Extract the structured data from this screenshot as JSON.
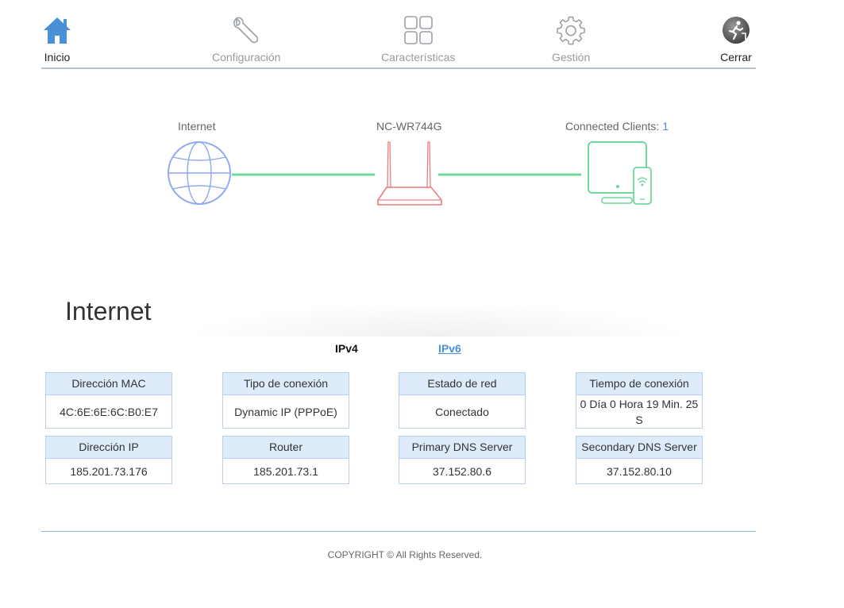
{
  "nav": {
    "items": [
      {
        "label": "Inicio",
        "icon": "home-icon",
        "active": true
      },
      {
        "label": "Configuración",
        "icon": "wrench-icon",
        "active": false
      },
      {
        "label": "Características",
        "icon": "grid-icon",
        "active": false
      },
      {
        "label": "Gestión",
        "icon": "gear-icon",
        "active": false
      },
      {
        "label": "Cerrar",
        "icon": "exit-icon",
        "active": false
      }
    ]
  },
  "topology": {
    "internet_label": "Internet",
    "router_label": "NC-WR744G",
    "clients_label": "Connected Clients:",
    "clients_count": "1",
    "colors": {
      "globe": "#8fa8ef",
      "link": "#6ed89c",
      "router": "#ea7f7f",
      "clients": "#6ed89c"
    }
  },
  "section": {
    "title": "Internet",
    "tabs": [
      {
        "label": "IPv4",
        "active": true
      },
      {
        "label": "IPv6",
        "active": false
      }
    ]
  },
  "info": {
    "mac": {
      "label": "Dirección MAC",
      "value": "4C:6E:6E:6C:B0:E7"
    },
    "conn_type": {
      "label": "Tipo de conexión",
      "value": "Dynamic IP (PPPoE)"
    },
    "net_state": {
      "label": "Estado de red",
      "value": "Conectado"
    },
    "conn_time": {
      "label": "Tiempo de conexión",
      "value": "0 Día 0 Hora 19 Min. 25 S"
    },
    "ip": {
      "label": "Dirección IP",
      "value": "185.201.73.176"
    },
    "router": {
      "label": "Router",
      "value": "185.201.73.1"
    },
    "dns1": {
      "label": "Primary DNS Server",
      "value": "37.152.80.6"
    },
    "dns2": {
      "label": "Secondary DNS Server",
      "value": "37.152.80.10"
    }
  },
  "footer": {
    "copyright": "COPYRIGHT © All Rights Reserved."
  },
  "colors": {
    "accent": "#4a90d9",
    "card_header_bg": "#deebfb",
    "card_border": "#b8d0ec"
  }
}
